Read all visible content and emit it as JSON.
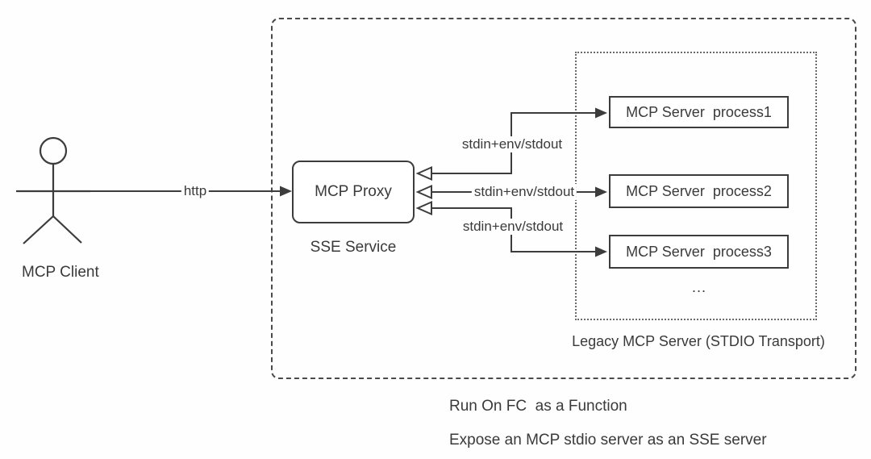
{
  "diagram": {
    "actor": {
      "label": "MCP Client"
    },
    "http_arrow": {
      "label": "http"
    },
    "proxy": {
      "title": "MCP Proxy",
      "subtitle": "SSE Service"
    },
    "stdio_arrows": [
      {
        "label": "stdin+env/stdout"
      },
      {
        "label": "stdin+env/stdout"
      },
      {
        "label": "stdin+env/stdout"
      }
    ],
    "legacy_group": {
      "servers": [
        "MCP Server  process1",
        "MCP Server  process2",
        "MCP Server  process3"
      ],
      "more_indicator": "...",
      "caption": "Legacy MCP Server (STDIO Transport)"
    },
    "footnotes": [
      "Run On FC  as a Function",
      "Expose an MCP stdio server as an SSE server"
    ]
  },
  "colors": {
    "line": "#3c3c3c",
    "text": "#3a3a3a",
    "box_fill": "#ffffff",
    "background": "#fefefe"
  }
}
